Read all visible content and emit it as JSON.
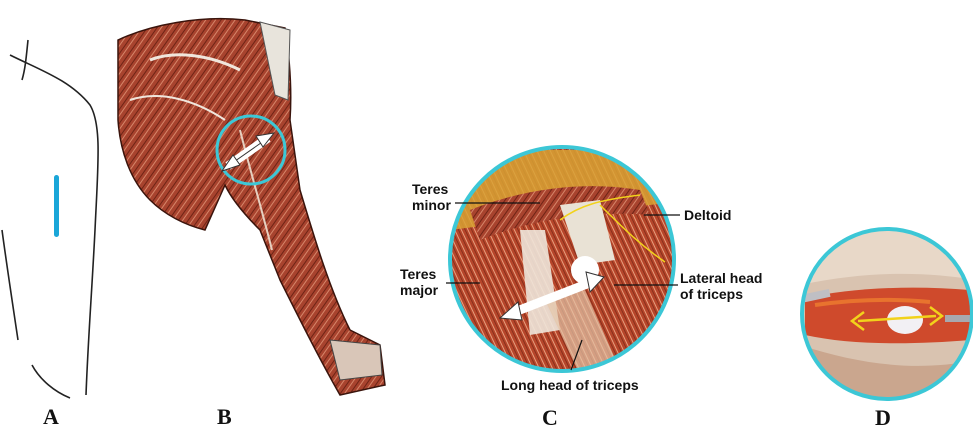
{
  "panels": {
    "a": "A",
    "b": "B",
    "c": "C",
    "d": "D"
  },
  "labels": {
    "teres_minor": "Teres\nminor",
    "teres_major": "Teres\nmajor",
    "deltoid": "Deltoid",
    "lateral_head": "Lateral head\nof triceps",
    "long_head": "Long head of triceps"
  },
  "colors": {
    "incision": "#1aa6d8",
    "circle": "#3cc7d6",
    "muscle": "#b23a24",
    "arrow_photo": "#f2d21b"
  }
}
